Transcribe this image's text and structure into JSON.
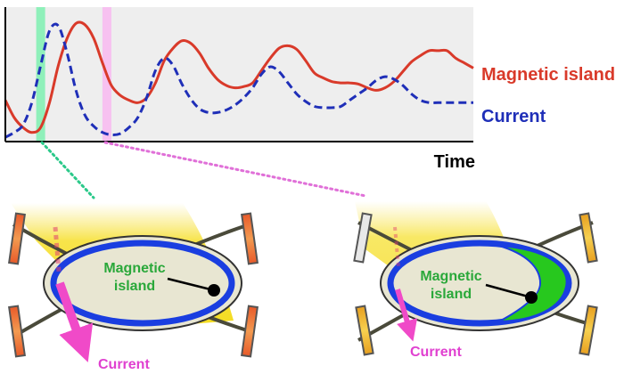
{
  "chart_data": {
    "type": "line",
    "xlabel": "Time",
    "ylabel": "",
    "x": [
      0,
      1,
      2,
      3,
      4,
      5,
      6,
      7,
      8,
      9,
      10,
      11,
      12,
      13,
      14,
      15,
      16,
      17,
      18,
      19,
      20,
      21,
      22,
      23,
      24,
      25,
      26,
      27,
      28,
      29,
      30,
      31,
      32,
      33,
      34,
      35,
      36,
      37,
      38,
      39,
      40,
      41,
      42,
      43,
      44,
      45,
      46,
      47,
      48,
      49,
      50,
      51,
      52,
      53
    ],
    "series": [
      {
        "name": "Magnetic island",
        "values": [
          0.32,
          0.18,
          0.1,
          0.06,
          0.1,
          0.3,
          0.6,
          0.82,
          0.94,
          0.93,
          0.82,
          0.62,
          0.44,
          0.36,
          0.32,
          0.3,
          0.34,
          0.46,
          0.64,
          0.74,
          0.8,
          0.78,
          0.7,
          0.58,
          0.49,
          0.44,
          0.42,
          0.43,
          0.46,
          0.56,
          0.66,
          0.74,
          0.76,
          0.73,
          0.64,
          0.54,
          0.5,
          0.47,
          0.46,
          0.46,
          0.45,
          0.42,
          0.4,
          0.42,
          0.47,
          0.55,
          0.63,
          0.68,
          0.72,
          0.72,
          0.72,
          0.66,
          0.62,
          0.58
        ]
      },
      {
        "name": "Current",
        "values": [
          0.02,
          0.06,
          0.12,
          0.3,
          0.6,
          0.88,
          0.92,
          0.7,
          0.4,
          0.2,
          0.11,
          0.06,
          0.04,
          0.05,
          0.1,
          0.18,
          0.34,
          0.56,
          0.66,
          0.6,
          0.45,
          0.33,
          0.25,
          0.22,
          0.22,
          0.24,
          0.28,
          0.34,
          0.42,
          0.53,
          0.59,
          0.55,
          0.46,
          0.37,
          0.31,
          0.27,
          0.26,
          0.26,
          0.27,
          0.32,
          0.37,
          0.42,
          0.48,
          0.51,
          0.49,
          0.44,
          0.37,
          0.32,
          0.3,
          0.3,
          0.3,
          0.3,
          0.3,
          0.3
        ]
      }
    ],
    "grid": false,
    "legend": "right",
    "highlights": [
      {
        "x": 4,
        "color": "#7ef0b0"
      },
      {
        "x": 11.5,
        "color": "#f8b8f0"
      }
    ],
    "colors": {
      "Magnetic island": "#d93a2a",
      "Current": "#1f2fb8"
    }
  },
  "labels": {
    "left_island": "Magnetic\nisland",
    "right_island": "Magnetic\nisland",
    "left_current": "Current",
    "right_current": "Current"
  },
  "colors": {
    "plot_bg": "#eeeeee",
    "island_fill": "#27c81e",
    "blue_band": "#1a3ee0",
    "plasma": "#e8e6d2",
    "glow": "#f5e21a",
    "current_arrow": "#f04ac8",
    "label_green": "#2aa83a"
  }
}
